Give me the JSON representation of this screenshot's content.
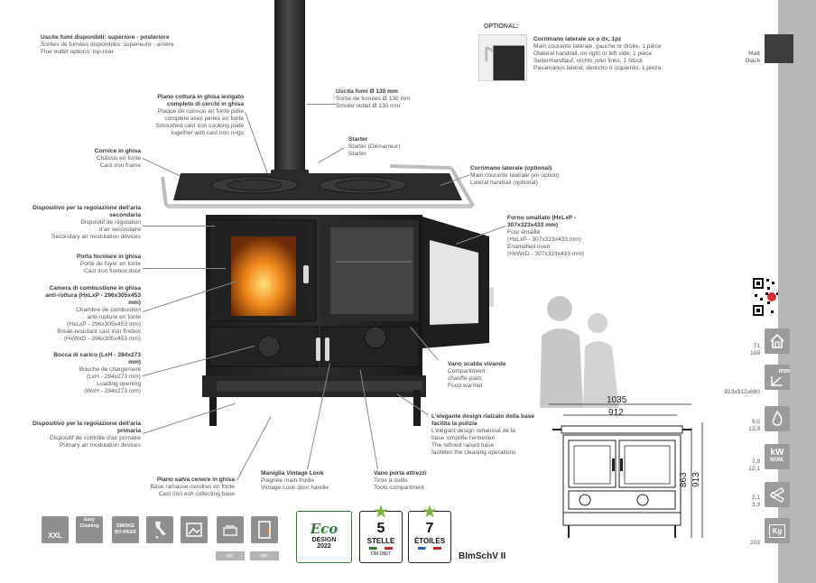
{
  "optional": {
    "title": "OPTIONAL:",
    "handrail": {
      "title": "Corrimano laterale sx o dx, 1pz",
      "lines": [
        "Main courante latérale, gauche or droite, 1 pièce",
        "Olateral handrail, on right or left side, 1 piece",
        "Seitenhandlauf, rechts oder links, 1 Stück",
        "Pasamanos lateral, derecho o izquierdo, 1 pieza"
      ]
    }
  },
  "color": {
    "label1": "Matt",
    "label2": "Black",
    "swatch": "#3d3d3d"
  },
  "labels": {
    "flue": {
      "title": "Uscite fumi disponibili: superiore - posteriore",
      "lines": [
        "Sorties de fumées disponibles: supérieure - arrière",
        "Flue outlet options: top-rear"
      ]
    },
    "cooktop": {
      "title": "Piano cottura in ghisa levigato completo di cerchi in ghisa",
      "lines": [
        "Plaque de cuisson en fonte polie",
        "complète avec jantes en fonte",
        "Smoothed cast iron cooking plate",
        "together with cast iron rings"
      ]
    },
    "smoke": {
      "title": "Uscita fumi Ø 130 mm",
      "lines": [
        "Sortie de fumées Ø 130 mm",
        "Smoke outlet Ø 130 mm"
      ]
    },
    "frame": {
      "title": "Cornice in ghisa",
      "lines": [
        "Châssis en fonte",
        "Cast iron frame"
      ]
    },
    "starter": {
      "title": "Starter",
      "lines": [
        "Starter (Démarreur)",
        "Starter"
      ]
    },
    "rail": {
      "title": "Corrimano laterale (optional)",
      "lines": [
        "Main courante latérale (en option)",
        "Lateral handrail (optional)"
      ]
    },
    "secondary": {
      "title": "Dispositivo per la regolazione dell'aria secondaria",
      "lines": [
        "Dispositif de régulation",
        "d'air secondaire",
        "Secondary air modulation devices"
      ]
    },
    "oven": {
      "title": "Forno smaltato (HxLxP - 307x323x433 mm)",
      "lines": [
        "Four émaillé",
        "(HxLxP - 307x323x433 mm)",
        "Enamelled oven",
        "(HxWxD - 307x323x433 mm)"
      ]
    },
    "door": {
      "title": "Porta focolare in ghisa",
      "lines": [
        "Porte de foyer en fonte",
        "Cast iron firebox door"
      ]
    },
    "chamber": {
      "title": "Camera di combustione in ghisa anti-rottura (HxLxP - 296x305x453 mm)",
      "lines": [
        "Chambre de combustion",
        "anti-rupture en fonte",
        "(HxLxP - 296x305x453 mm)",
        "Break-resistant cast iron firebox",
        "(HxWxD - 296x305x453 mm)"
      ]
    },
    "loading": {
      "title": "Bocca di carico (LxH - 284x273 mm)",
      "lines": [
        "Bouche de chargement",
        "(LxH - 284x273 mm)",
        "Loading opening",
        "(WxH - 284x273 mm)"
      ]
    },
    "warmer": {
      "title": "Vano scalda vivande",
      "lines": [
        "Compartiment",
        "chauffe-plats",
        "Food warmer"
      ]
    },
    "primary": {
      "title": "Dispositivo per la regolazione dell'aria primaria",
      "lines": [
        "Dispositif de contrôle d'air primaire",
        "Primary air modulation devices"
      ]
    },
    "base": {
      "title": "L'elegante design rialzato della base facilita la pulizia",
      "lines": [
        "L'élégant design rehaussé de la",
        "base simplifie l'entretien",
        "The refined raised base",
        "facilities the cleaning operations"
      ]
    },
    "ash": {
      "title": "Piano salva cenere in ghisa",
      "lines": [
        "Base ramasse-cendres en fonte",
        "Cast iron ash collecting base"
      ]
    },
    "handle": {
      "title": "Maniglia Vintage Look",
      "lines": [
        "Poignée main-froide",
        "Vintage Look door handle"
      ]
    },
    "tools": {
      "title": "Vano porta attrezzi",
      "lines": [
        "Tiroir à outils",
        "Tools compartment"
      ]
    }
  },
  "dimensions": {
    "width_outer": "1035",
    "width_inner": "912",
    "height_outer": "913",
    "height_inner": "863"
  },
  "specs": [
    {
      "icon": "room-volume-icon",
      "values": [
        "71",
        "109"
      ]
    },
    {
      "icon": "dimensions-icon",
      "values": [
        "913x912x680"
      ]
    },
    {
      "icon": "kw-heat-icon",
      "values": [
        "9,0",
        "13,9"
      ]
    },
    {
      "icon": "kw-nominal-icon",
      "values": [
        "7,9",
        "12,1"
      ]
    },
    {
      "icon": "fuel-consumption-icon",
      "values": [
        "2,1",
        "3,3"
      ]
    },
    {
      "icon": "weight-kg-icon",
      "values": [
        "203"
      ]
    }
  ],
  "sidebar_text": {
    "kw_label": "kW",
    "nom_label": "NOM.",
    "mm_label": "mm",
    "kg_label": "Kg"
  },
  "badges": {
    "xxl": "XXL",
    "easy": "Easy Cleaning",
    "bypass": "SMOKE BY-PASS",
    "opt1": "opt.",
    "opt2": "opt.",
    "eco_brand": "Eco",
    "eco_line1": "DESIGN",
    "eco_line2": "2022",
    "stelle_num": "5",
    "stelle_text": "STELLE",
    "stelle_sub": "DM 186/7",
    "etoiles_num": "7",
    "etoiles_text": "ÉTOILES",
    "bimschv": "BImSchV II"
  }
}
